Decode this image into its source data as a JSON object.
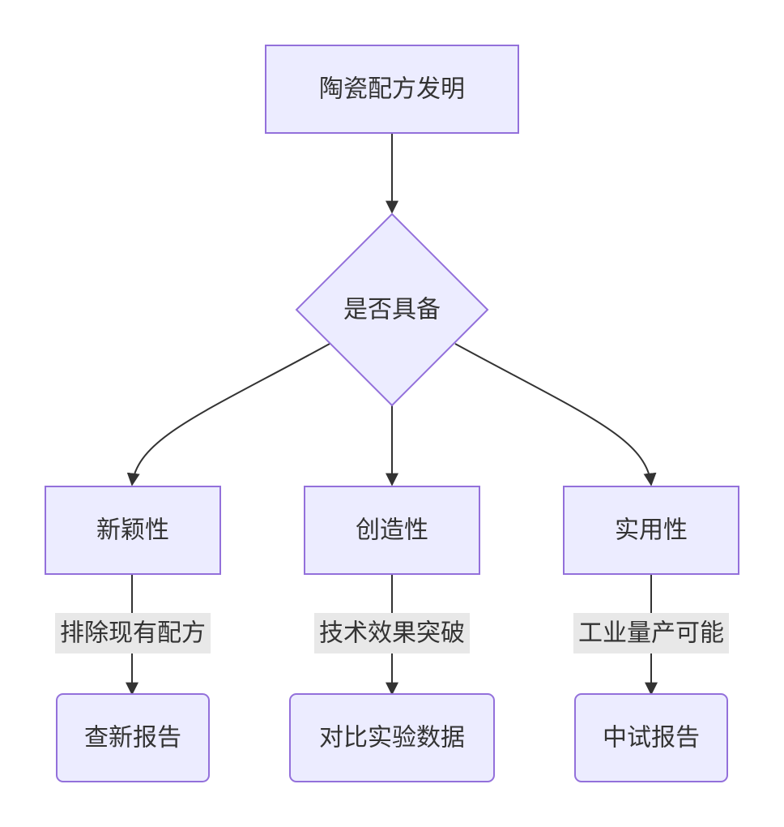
{
  "colors": {
    "node_fill": "#ECECFF",
    "node_stroke": "#9370DB",
    "edge": "#333333",
    "edge_label_bg": "#E8E8E8",
    "text": "#333333"
  },
  "nodes": {
    "root": "陶瓷配方发明",
    "decision": "是否具备",
    "novelty": "新颖性",
    "creativity": "创造性",
    "utility": "实用性",
    "novelty_result": "查新报告",
    "creativity_result": "对比实验数据",
    "utility_result": "中试报告"
  },
  "edges": {
    "novelty_label": "排除现有配方",
    "creativity_label": "技术效果突破",
    "utility_label": "工业量产可能"
  }
}
